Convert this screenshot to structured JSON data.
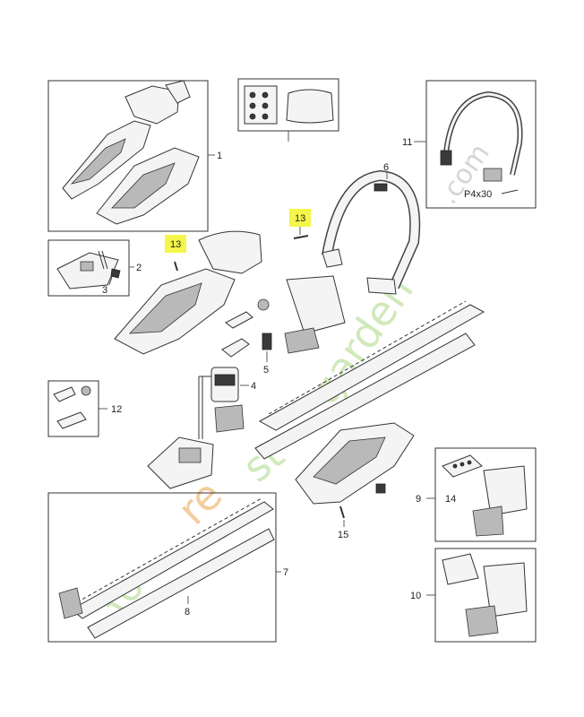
{
  "callouts": {
    "c1": "1",
    "c2": "2",
    "c3": "3",
    "c4": "4",
    "c5": "5",
    "c6": "6",
    "c7": "7",
    "c8": "8",
    "c9": "9",
    "c10": "10",
    "c11": "11",
    "c12": "12",
    "c13a": "13",
    "c13b": "13",
    "c14": "14",
    "c15": "15"
  },
  "screw_spec": "P4x30",
  "watermark": {
    "part1": "fo",
    "part2": "re",
    "part3": "st",
    "part4": "garden",
    "part5": ".com"
  },
  "colors": {
    "highlight": "#f5f54a",
    "watermark_green": "#c8e6b0",
    "watermark_orange": "#f2c58e"
  }
}
